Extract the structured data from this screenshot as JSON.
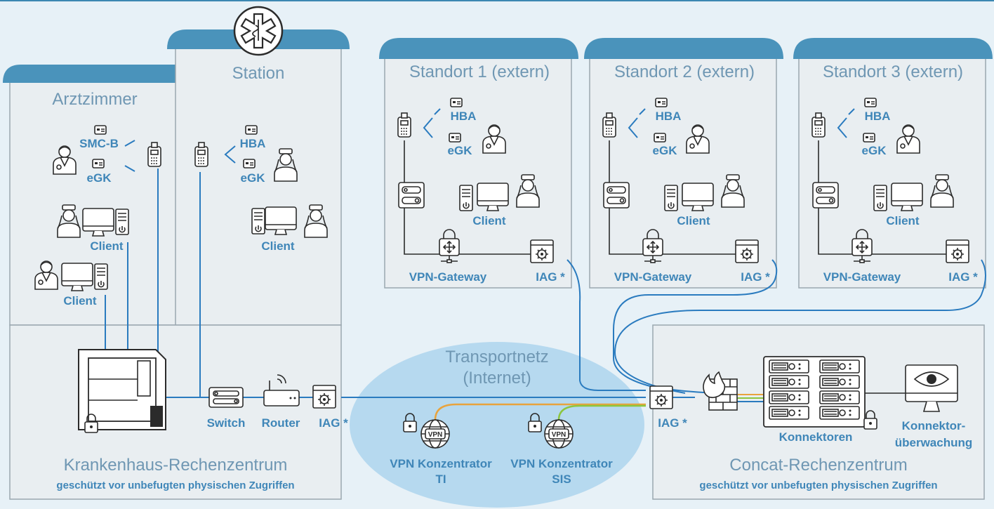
{
  "rooms": {
    "arztzimmer": "Arztzimmer",
    "station": "Station",
    "standort1": "Standort 1 (extern)",
    "standort2": "Standort 2 (extern)",
    "standort3": "Standort 3 (extern)",
    "krankenhaus_rz": "Krankenhaus-Rechenzentrum",
    "krankenhaus_rz_sub": "geschützt vor unbefugten physischen Zugriffen",
    "concat_rz": "Concat-Rechenzentrum",
    "concat_rz_sub": "geschützt vor unbefugten physischen Zugriffen",
    "transport_line1": "Transportnetz",
    "transport_line2": "(Internet)"
  },
  "labels": {
    "smcb": "SMC-B",
    "hba": "HBA",
    "egk": "eGK",
    "client": "Client",
    "vpn_gateway": "VPN-Gateway",
    "iag": "IAG *",
    "switch": "Switch",
    "router": "Router",
    "vpn_conc_ti_1": "VPN Konzentrator",
    "vpn_conc_ti_2": "TI",
    "vpn_conc_sis_1": "VPN Konzentrator",
    "vpn_conc_sis_2": "SIS",
    "vpn_badge": "VPN",
    "konnektoren": "Konnektoren",
    "monitor_1": "Konnektor-",
    "monitor_2": "überwachung"
  },
  "colors": {
    "roof": "#4a93bb",
    "label": "#3f86b8",
    "link_blue": "#2a7bbf",
    "link_orange": "#e8a33d",
    "link_green": "#8cc63f",
    "transport_cloud": "#b6d9ef"
  }
}
